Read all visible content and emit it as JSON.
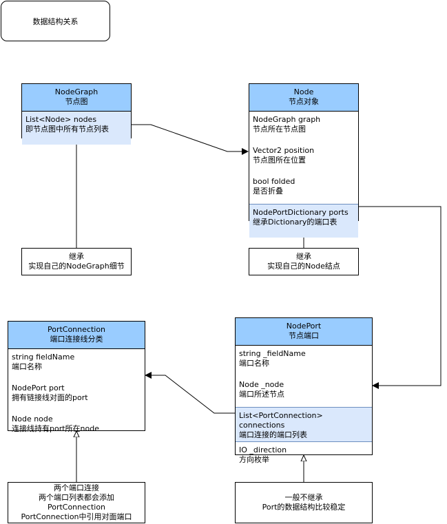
{
  "title": "数据结构关系",
  "nodegraph": {
    "header": [
      "NodeGraph",
      "节点图"
    ],
    "fields": [
      {
        "line1": "List<Node> nodes",
        "line2": "即节点图中所有节点列表"
      }
    ]
  },
  "node": {
    "header": [
      "Node",
      "节点对象"
    ],
    "fields": [
      {
        "line1": "NodeGraph graph",
        "line2": "节点所在节点图"
      },
      {
        "line1": "Vector2 position",
        "line2": "节点图所在位置"
      },
      {
        "line1": "bool folded",
        "line2": "是否折叠"
      },
      {
        "line1": "NodePortDictionary ports",
        "line2": "继承Dictionary的端口表"
      }
    ]
  },
  "portconnection": {
    "header": [
      "PortConnection",
      "端口连接线分类"
    ],
    "fields": [
      {
        "line1": "string fieldName",
        "line2": "端口名称"
      },
      {
        "line1": "NodePort port",
        "line2": "拥有链接线对面的port"
      },
      {
        "line1": "Node node",
        "line2": "连接线持有port所在node"
      }
    ]
  },
  "nodeport": {
    "header": [
      "NodePort",
      "节点端口"
    ],
    "fields": [
      {
        "line1": "string _fieldName",
        "line2": "端口名称"
      },
      {
        "line1": "Node _node",
        "line2": "端口所述节点"
      },
      {
        "line1": "List<PortConnection> connections",
        "line2": "端口连接的端口列表"
      },
      {
        "line1": "IO _direction",
        "line2": "方向枚举"
      }
    ]
  },
  "notes": {
    "nodegraph_inherit": [
      "继承",
      "实现自己的NodeGraph细节"
    ],
    "node_inherit": [
      "继承",
      "实现自己的Node结点"
    ],
    "portconnection_note": [
      "两个端口连接",
      "两个端口列表都会添加",
      "PortConnection",
      "PortConnection中引用对面端口"
    ],
    "nodeport_note": [
      "一般不继承",
      "Port的数据结构比较稳定"
    ]
  }
}
